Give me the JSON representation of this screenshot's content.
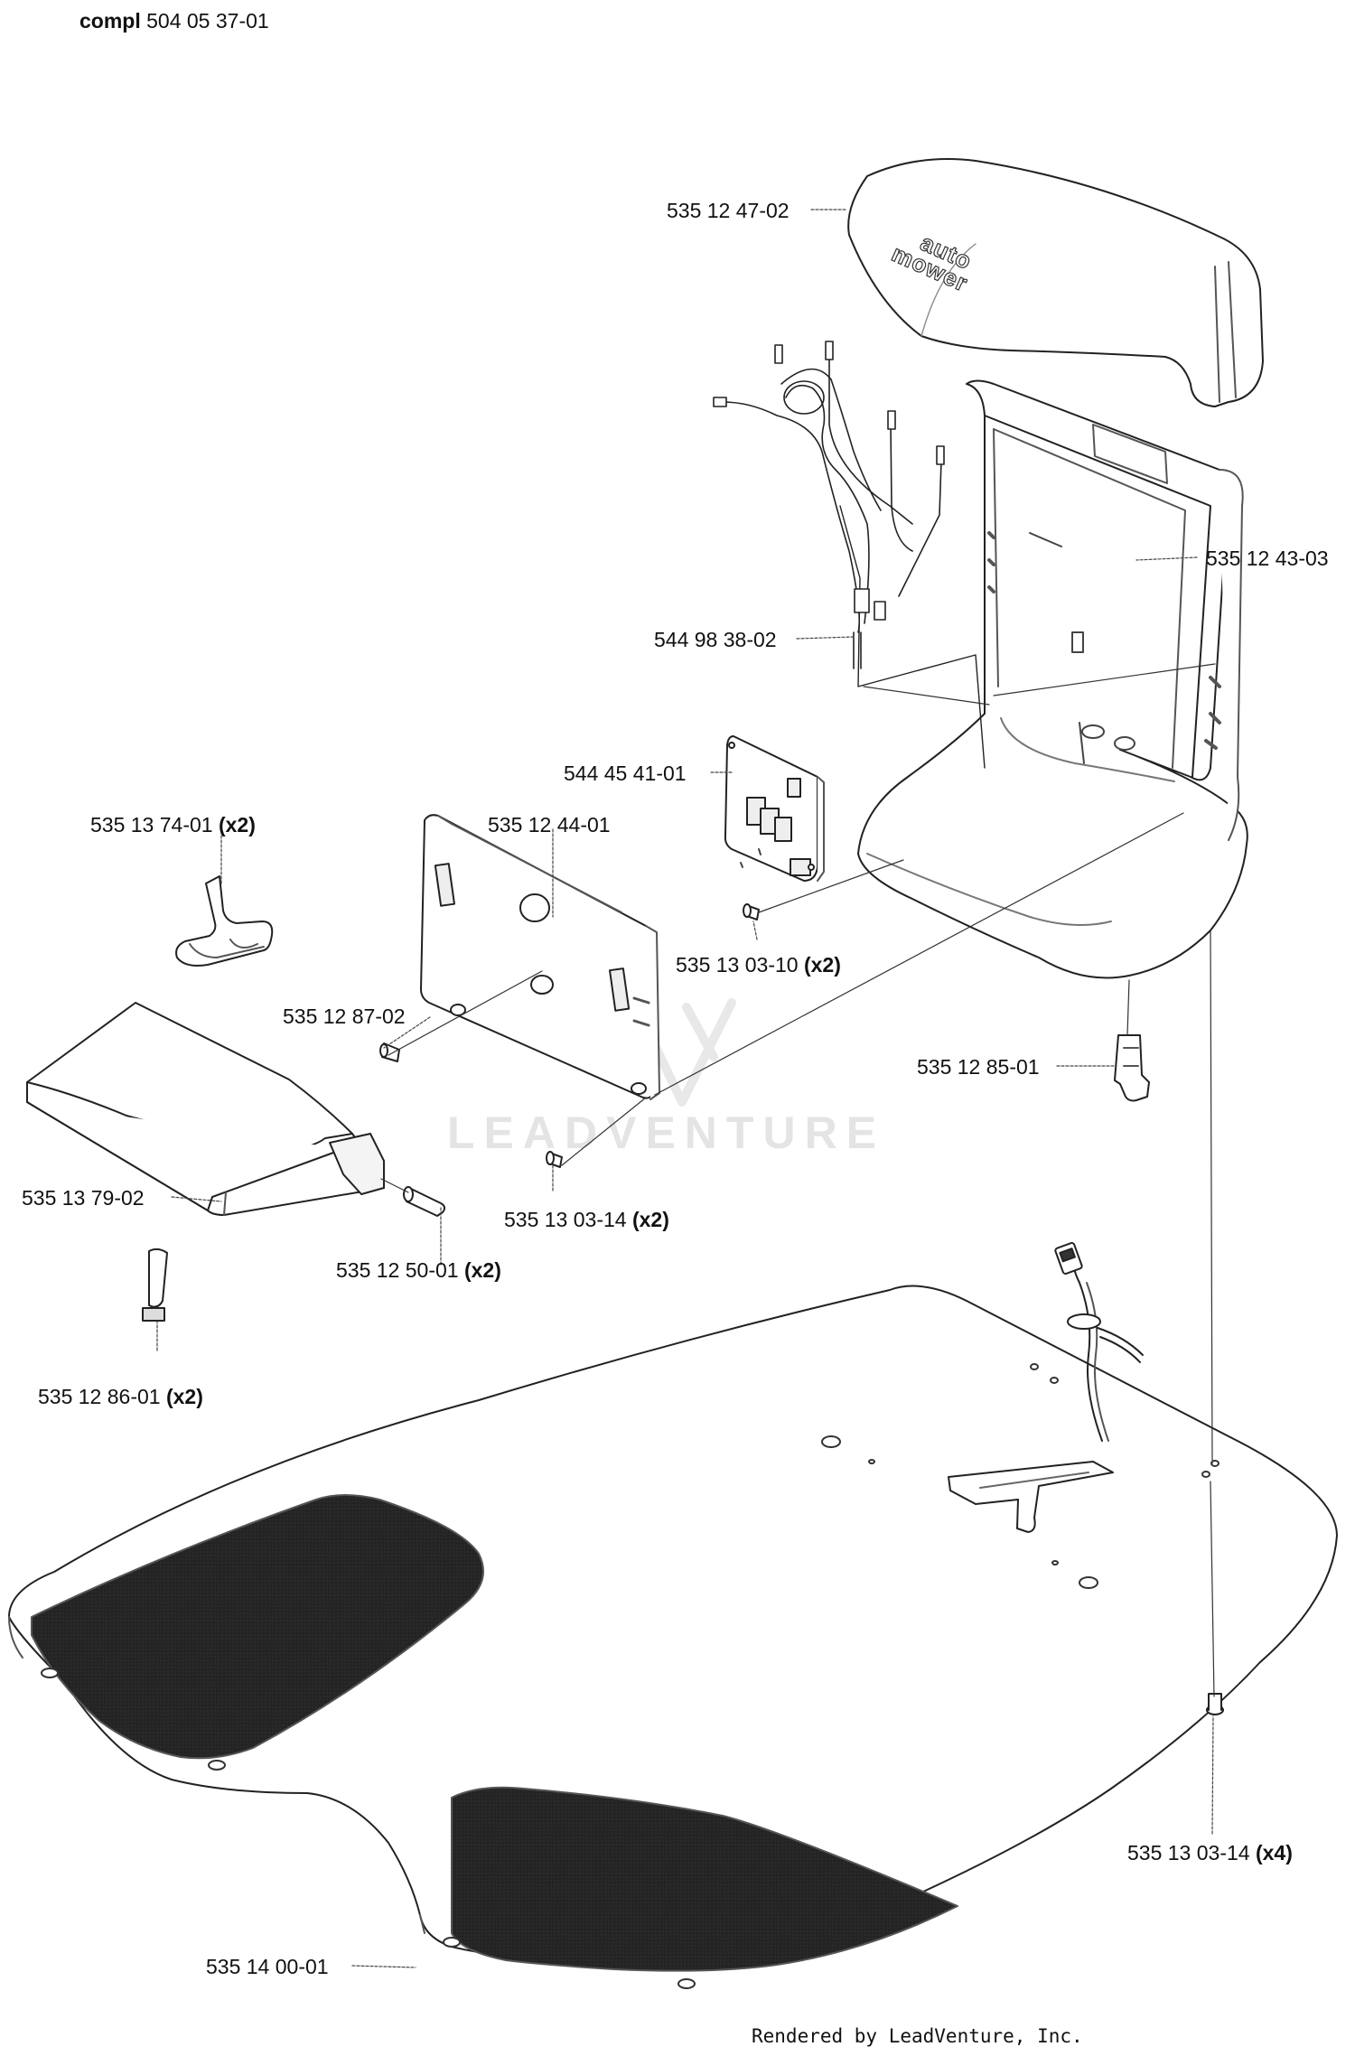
{
  "header": {
    "prefix": "compl",
    "part_number": "504 05 37-01"
  },
  "watermark": {
    "text": "LEADVENTURE"
  },
  "cover": {
    "logo_line1": "auto",
    "logo_line2": "mower"
  },
  "callouts": [
    {
      "id": "c1",
      "part": "535 12 47-02",
      "qty": ""
    },
    {
      "id": "c2",
      "part": "535 12 43-03",
      "qty": ""
    },
    {
      "id": "c3",
      "part": "544 98 38-02",
      "qty": ""
    },
    {
      "id": "c4",
      "part": "544 45 41-01",
      "qty": ""
    },
    {
      "id": "c5",
      "part": "535 13 74-01",
      "qty": "(x2)"
    },
    {
      "id": "c6",
      "part": "535 12 44-01",
      "qty": ""
    },
    {
      "id": "c7",
      "part": "535 13 03-10",
      "qty": "(x2)"
    },
    {
      "id": "c8",
      "part": "535 12 87-02",
      "qty": ""
    },
    {
      "id": "c9",
      "part": "535 12 85-01",
      "qty": ""
    },
    {
      "id": "c10",
      "part": "535 13 79-02",
      "qty": ""
    },
    {
      "id": "c11",
      "part": "535 13 03-14",
      "qty": "(x2)"
    },
    {
      "id": "c12",
      "part": "535 12 50-01",
      "qty": "(x2)"
    },
    {
      "id": "c13",
      "part": "535 12 86-01",
      "qty": "(x2)"
    },
    {
      "id": "c14",
      "part": "535 13 03-14",
      "qty": "(x4)"
    },
    {
      "id": "c15",
      "part": "535 14 00-01",
      "qty": ""
    }
  ],
  "footer": {
    "text": "Rendered by LeadVenture, Inc."
  }
}
